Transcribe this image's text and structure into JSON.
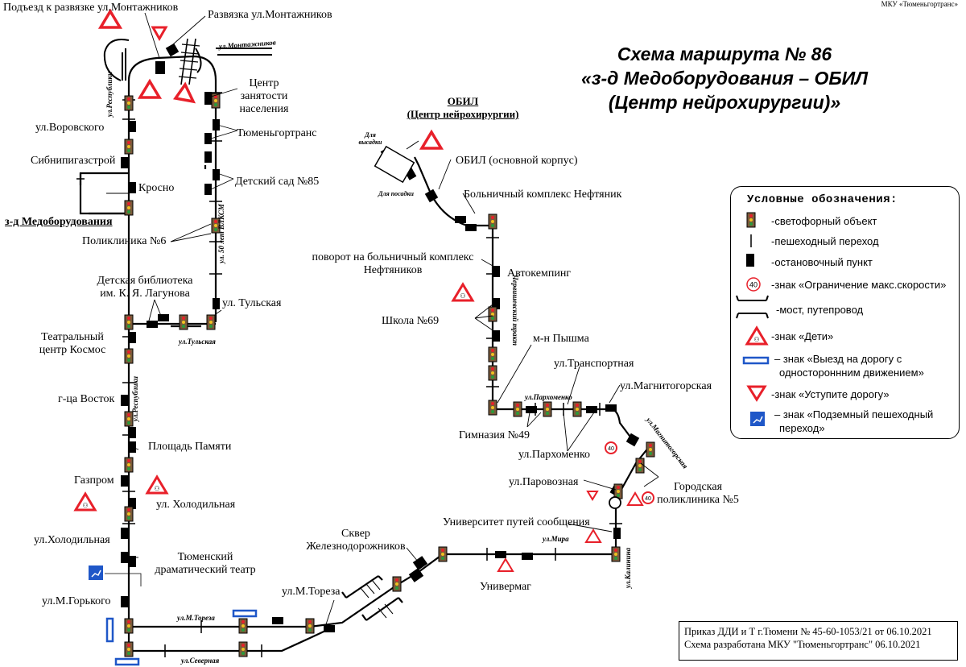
{
  "org": "МКУ «Тюменьгортранс»",
  "title": {
    "line1": "Схема маршрута № 86",
    "line2": "«з-д Медоборудования – ОБИЛ",
    "line3": "(Центр нейрохирургии)»"
  },
  "stops": {
    "podezd": "Подъезд к развязке ул.Монтажников",
    "razvyazka": "Развязка ул.Монтажников",
    "tsentr_zanyatosti": "Центр занятости населения",
    "vorovskogo": "ул.Воровского",
    "sibnipigazstroy": "Сибнипигазстрой",
    "krosno": "Кросно",
    "zd_medob": "з-д Медоборудования",
    "tyumengortrans": "Тюменьгортранс",
    "detsad85": "Детский сад №85",
    "poliklinika6": "Поликлиника №6",
    "biblioteka": "Детская библиотека им. К. Я. Лагунова",
    "tulskaya": "ул. Тульская",
    "teatr_kosmos": "Театральный центр Космос",
    "gts_vostok": "г-ца Восток",
    "ploshchad_pamyati": "Площадь Памяти",
    "gazprom": "Газпром",
    "ul_holodilnaya_right": "ул. Холодильная",
    "ul_holodilnaya_left": "ул.Холодильная",
    "dram_teatr": "Тюменский драматический театр",
    "m_gorkogo": "ул.М.Горького",
    "m_toreza": "ул.М.Тореза",
    "skver": "Сквер Железнодорожников",
    "univermag": "Универмаг",
    "universitet": "Университет путей сообщения",
    "parovoznaya": "ул.Паровозная",
    "gor_poliklinika5": "Городская поликлиника №5",
    "parhomenko": "ул.Пархоменко",
    "gimnaziya49": "Гимназия №49",
    "transportnaya": "ул.Транспортная",
    "magnitogorskaya": "ул.Магнитогорская",
    "pyshma": "м-н Пышма",
    "shkola69": "Школа №69",
    "avtokemping": "Автокемпинг",
    "povorot": "поворот на больничный комплекс Нефтяников",
    "bolnichny": "Больничный комплекс Нефтяник",
    "obil_korpus": "ОБИЛ (основной корпус)",
    "obil_title_1": "ОБИЛ",
    "obil_title_2": "(Центр нейрохирургии)",
    "dlya_vysadki": "Для высадки",
    "dlya_posadki": "Для посадки"
  },
  "streets": {
    "montazhnikov": "ул.Монтажников",
    "respubliki_top": "ул.Республики",
    "respubliki_mid": "ул.Республики",
    "let50": "ул. 50 лет ВЛКСМ",
    "tulskaya": "ул.Тульская",
    "toreza": "ул.М.Тореза",
    "severnaya": "ул.Северная",
    "mira": "ул.Мира",
    "kalinina": "ул.Калинина",
    "parhomenko": "ул.Пархоменко",
    "magnitogorskaya": "ул.Магнитогорская",
    "chervishevsky": "Червишевский тракт"
  },
  "legend": {
    "title": "Условные обозначения:",
    "items": [
      "-светофорный объект",
      "-пешеходный переход",
      "-остановочный пункт",
      "-знак «Ограничение макс.скорости»",
      "-мост, путепровод",
      "-знак «Дети»",
      "– знак «Выезд на дорогу с",
      "одностороннним движением»",
      "-знак «Уступите дорогу»",
      "– знак «Подземный пешеходный",
      "переход»"
    ],
    "speed_value": "40"
  },
  "footer": {
    "line1": "Приказ ДДИ и Т г.Тюмени № 45-60-1053/21 от 06.10.2021",
    "line2": "Схема разработана МКУ \"Тюменьгортранс\" 06.10.2021"
  },
  "speed_limit_value": "40",
  "colors": {
    "red": "#e8202a",
    "blue": "#1f57c8",
    "traffic_light": "#7a5a3a"
  }
}
